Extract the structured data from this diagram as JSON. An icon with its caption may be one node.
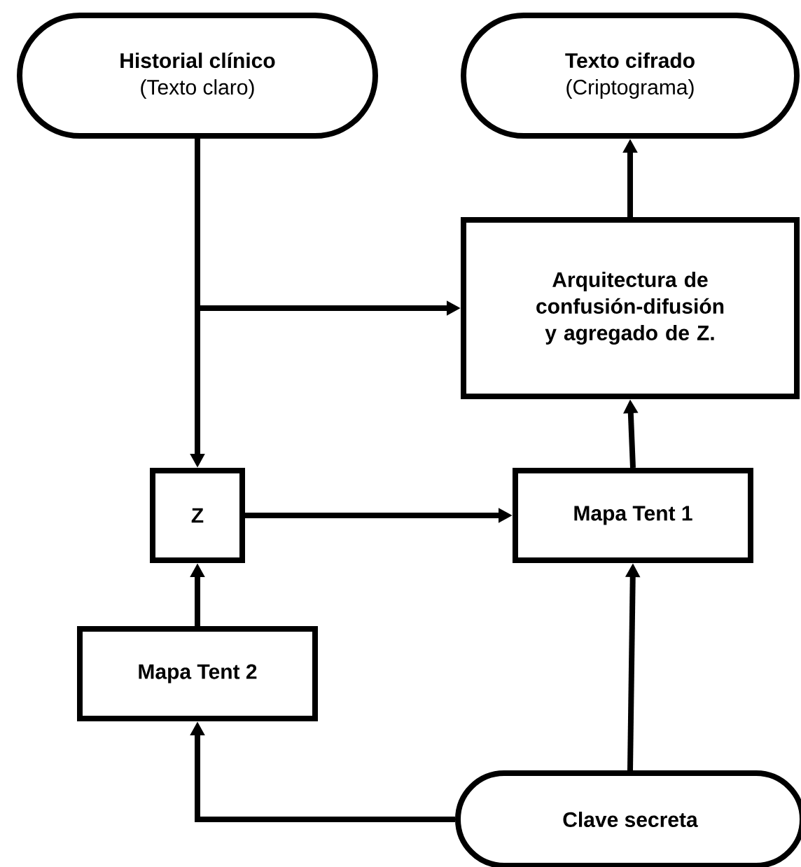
{
  "diagram": {
    "nodes": [
      {
        "text": [
          "Historial clínico",
          "(Texto claro)"
        ]
      },
      {
        "text": [
          "Texto cifrado",
          "(Criptograma)"
        ]
      },
      {
        "text": [
          "Arquitectura de confusión-difusión y agregado de Z."
        ]
      },
      {
        "text": [
          "Z"
        ]
      },
      {
        "text": [
          "Mapa Tent 1"
        ]
      },
      {
        "text": [
          "Mapa Tent 2"
        ]
      },
      {
        "text": [
          "Clave secreta"
        ]
      }
    ],
    "edges": [
      {
        "from": 0,
        "to": 2,
        "arrow": "to"
      },
      {
        "from": 0,
        "to": 3,
        "arrow": "to"
      },
      {
        "from": 2,
        "to": 1,
        "arrow": "to"
      },
      {
        "from": 4,
        "to": 2,
        "arrow": "to"
      },
      {
        "from": 3,
        "to": 4,
        "arrow": "to"
      },
      {
        "from": 5,
        "to": 3,
        "arrow": "to"
      },
      {
        "from": 6,
        "to": 4,
        "arrow": "to"
      },
      {
        "from": 6,
        "to": 5,
        "arrow": "to"
      }
    ]
  }
}
